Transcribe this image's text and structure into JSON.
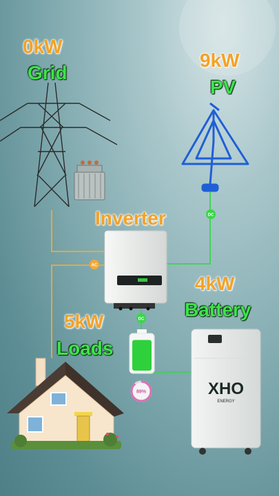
{
  "grid": {
    "power": "0kW",
    "label": "Grid"
  },
  "pv": {
    "power": "9kW",
    "label": "PV",
    "link_tag": "DC"
  },
  "inverter": {
    "label": "Inverter"
  },
  "loads": {
    "power": "5kW",
    "label": "Loads",
    "link_tag": "AC"
  },
  "battery": {
    "power": "4kW",
    "label": "Battery",
    "link_tag": "DC",
    "soc": 0.89,
    "soc_text": "89%"
  },
  "brand": {
    "logo_main": "XHO",
    "logo_sub": "ENERGY"
  },
  "colors": {
    "ac_line": "#f2a93a",
    "dc_line": "#3ad64a",
    "battery_fill": "#2ed13b"
  }
}
